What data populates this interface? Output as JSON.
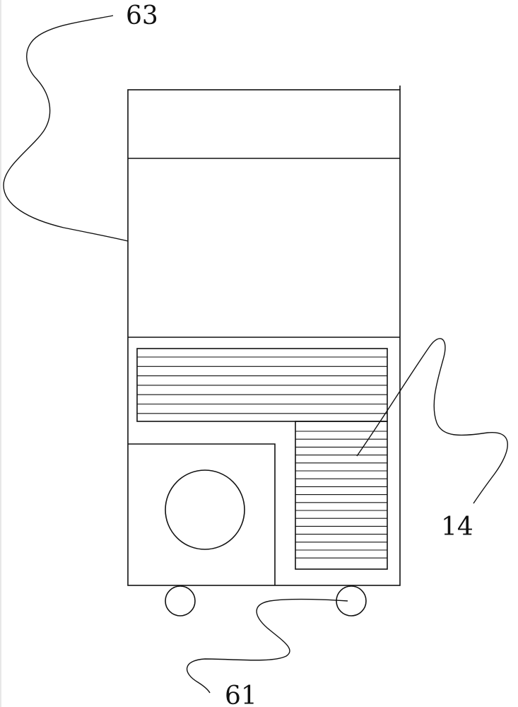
{
  "labels": {
    "housing_ref": "63",
    "heat_exchanger_ref": "14",
    "wheel_ref": "61"
  },
  "colors": {
    "line": "#111111",
    "background": "#ffffff"
  }
}
